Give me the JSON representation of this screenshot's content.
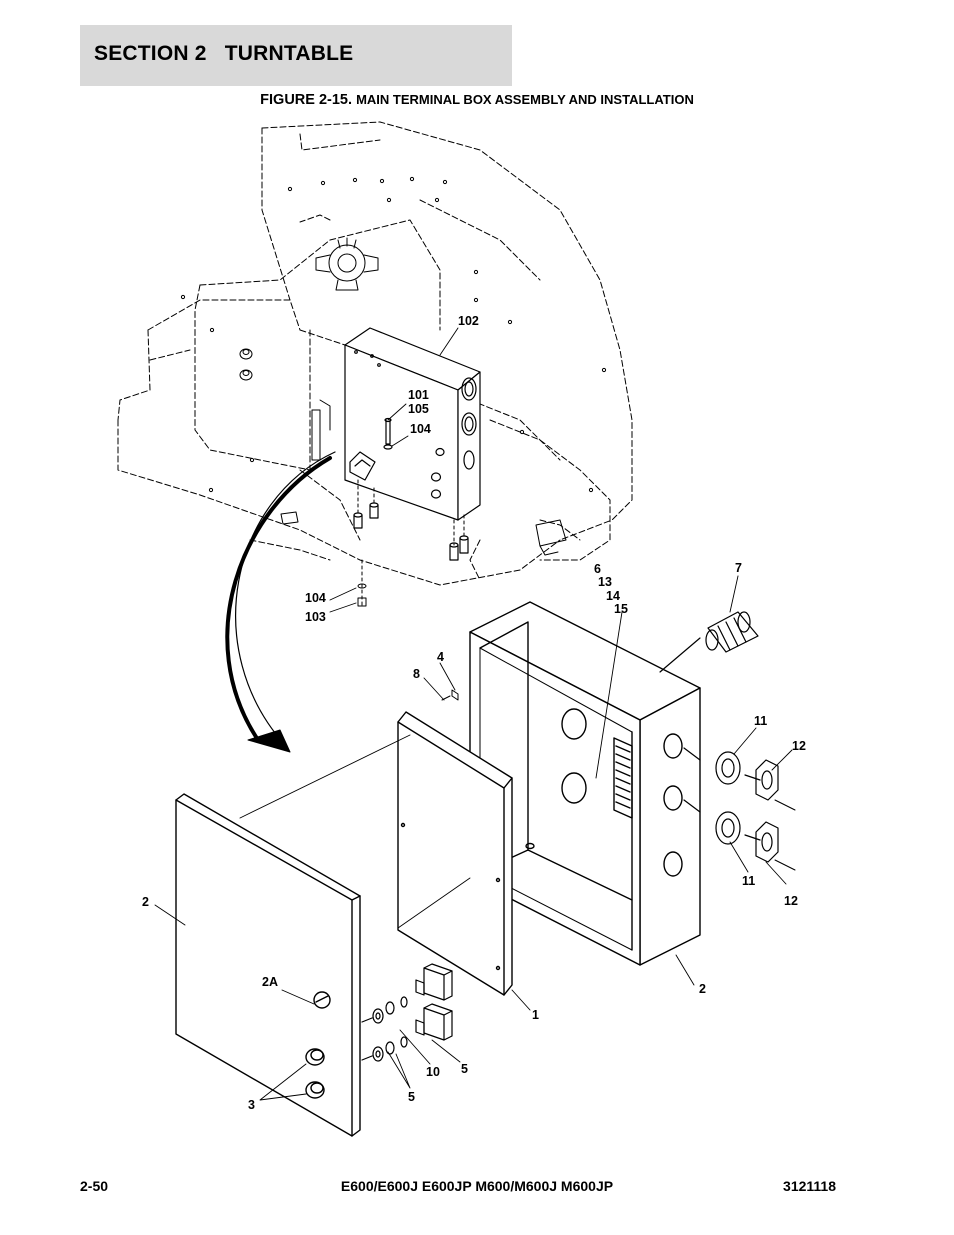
{
  "header": {
    "section_title": "SECTION 2   TURNTABLE"
  },
  "figure": {
    "number": "FIGURE 2-15.",
    "title": "MAIN TERMINAL BOX ASSEMBLY AND INSTALLATION"
  },
  "callouts": {
    "c102": "102",
    "c101": "101",
    "c105": "105",
    "c104a": "104",
    "c104b": "104",
    "c103": "103",
    "c6": "6",
    "c13": "13",
    "c14": "14",
    "c15": "15",
    "c7": "7",
    "c4": "4",
    "c8": "8",
    "c11a": "11",
    "c12a": "12",
    "c11b": "11",
    "c12b": "12",
    "c2a": "2",
    "c2b": "2",
    "c2A": "2A",
    "c1": "1",
    "c5a": "5",
    "c10": "10",
    "c5b": "5",
    "c3": "3"
  },
  "footer": {
    "page": "2-50",
    "models": "E600/E600J E600JP M600/M600J M600JP",
    "doc_number": "3121118"
  }
}
